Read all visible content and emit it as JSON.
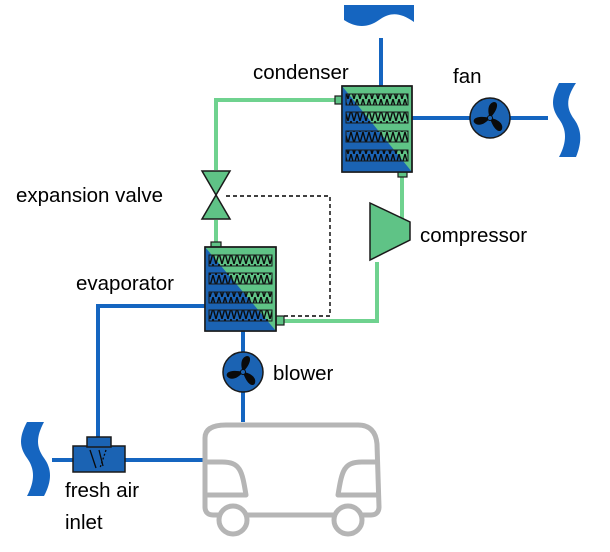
{
  "labels": {
    "condenser": "condenser",
    "fan": "fan",
    "expansion_valve": "expansion valve",
    "compressor": "compressor",
    "evaporator": "evaporator",
    "blower": "blower",
    "fresh_air_inlet_line1": "fresh air",
    "fresh_air_inlet_line2": "inlet"
  },
  "colors": {
    "air_line": "#1565c0",
    "refrigerant_line": "#6fd28f",
    "component_blue": "#1b63b3",
    "component_green": "#5fc386",
    "outline": "#1a1a1a",
    "bus": "#b5b5b5",
    "control_line": "#000000"
  },
  "icons": {
    "fan": "fan-icon",
    "blower": "fan-icon",
    "bus": "bus-icon",
    "air_waves": "wave-icon"
  }
}
